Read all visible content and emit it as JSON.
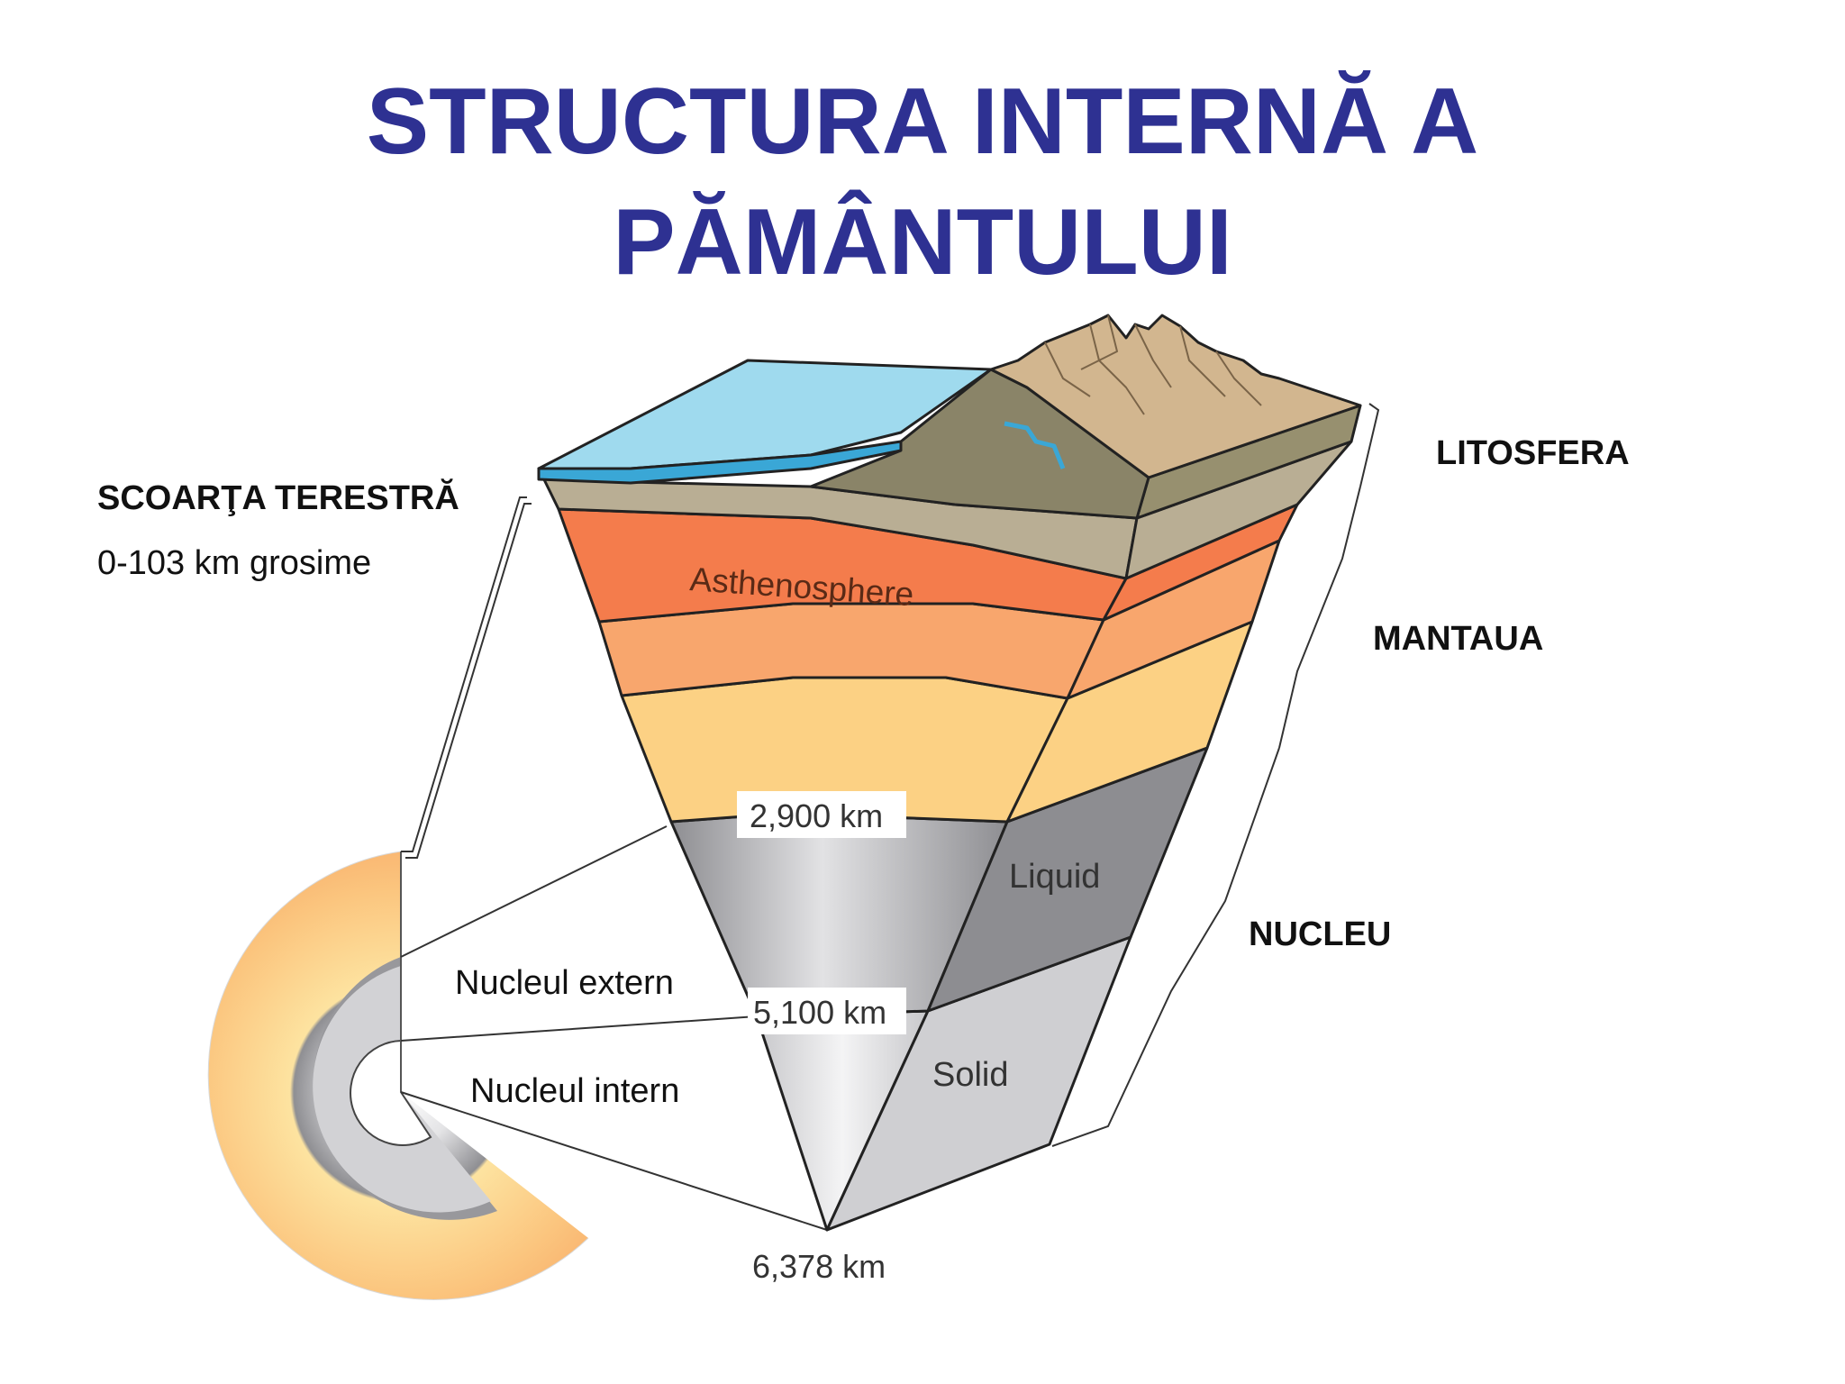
{
  "title": {
    "line1": "STRUCTURA INTERNĂ A",
    "line2": "PĂMÂNTULUI"
  },
  "labels": {
    "crust": "SCOARŢA TERESTRĂ",
    "crust_thickness": "0-103 km grosime",
    "lithosphere": "LITOSFERA",
    "mantle": "MANTAUA",
    "core": "NUCLEU",
    "outer_core": "Nucleul extern",
    "inner_core": "Nucleul intern"
  },
  "diagram_labels": {
    "asthenosphere": "Asthenosphere",
    "liquid": "Liquid",
    "solid": "Solid",
    "depth_2900": "2,900 km",
    "depth_5100": "5,100 km",
    "depth_6378": "6,378 km"
  },
  "colors": {
    "title": "#2e3192",
    "ocean": "#8fd4ea",
    "ocean_edge": "#3aa7d6",
    "crust": "#b9ae94",
    "mountains": "#c8ad86",
    "asthenosphere": "#f47c4c",
    "upper_mantle": "#f8a36a",
    "lower_mantle": "#fcd184",
    "outer_core": "#a5a5a8",
    "inner_core": "#dcdcdf"
  }
}
